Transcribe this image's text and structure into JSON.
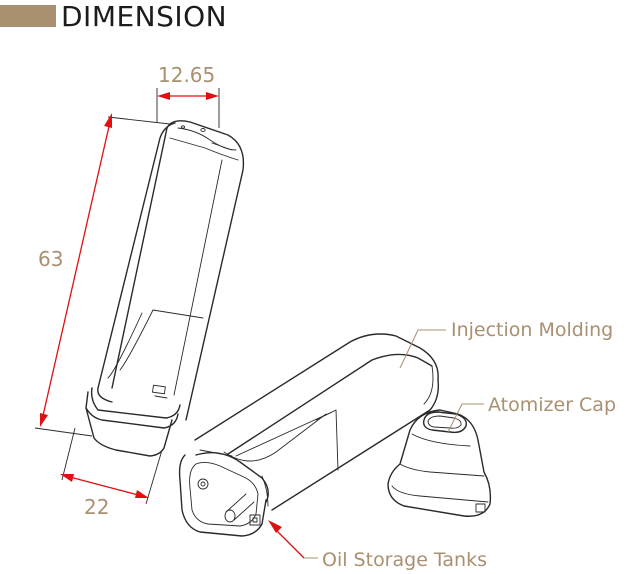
{
  "header": {
    "title": "DIMENSION",
    "accent_color": "#a89070"
  },
  "dimensions": {
    "width": "12.65",
    "height": "63",
    "depth": "22"
  },
  "callouts": {
    "injection_molding": "Injection Molding",
    "atomizer_cap": "Atomizer Cap",
    "oil_storage_tanks": "Oil Storage Tanks"
  },
  "colors": {
    "dimension_arrow": "#e01010",
    "label_text": "#a89070",
    "outline": "#2a2a2a"
  }
}
